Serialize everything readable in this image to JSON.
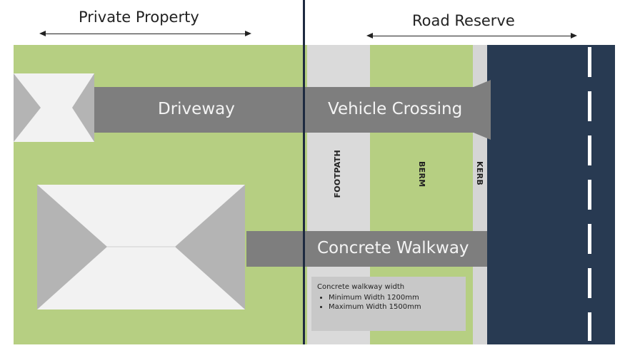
{
  "headers": {
    "private_property": "Private Property",
    "road_reserve": "Road Reserve"
  },
  "labels": {
    "driveway": "Driveway",
    "vehicle_crossing": "Vehicle Crossing",
    "concrete_walkway": "Concrete Walkway",
    "footpath": "FOOTPATH",
    "berm": "BERM",
    "kerb": "KERB"
  },
  "info_box": {
    "title": "Concrete walkway width",
    "items": [
      "Minimum Width 1200mm",
      "Maximum Width 1500mm"
    ]
  },
  "colors": {
    "grass": "#b6cf82",
    "road": "#283a52",
    "paving": "#7e7e7e",
    "footpath": "#dadada",
    "roof_light": "#f2f2f2",
    "roof_dark": "#b4b4b4"
  }
}
